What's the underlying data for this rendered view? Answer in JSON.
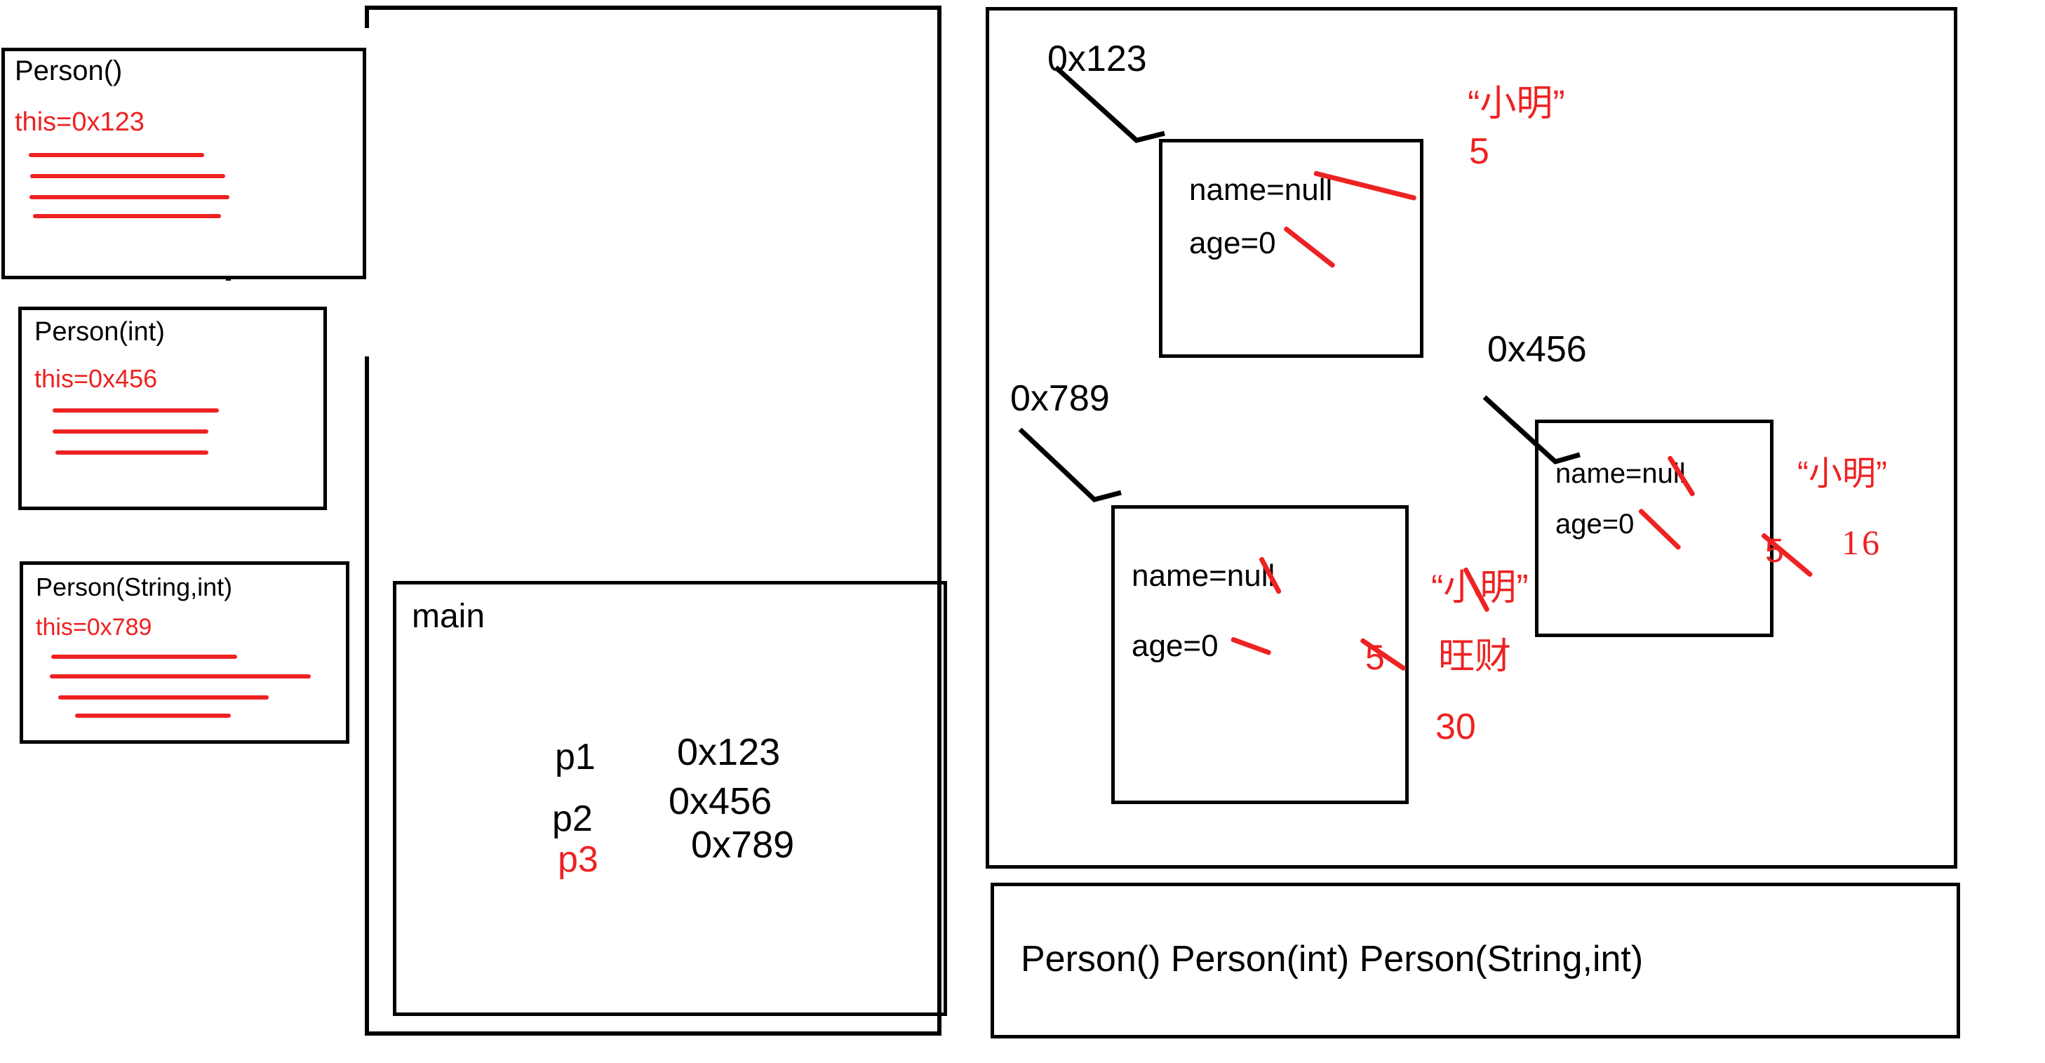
{
  "diagram": {
    "title": "Java constructor overloading memory diagram",
    "colors": {
      "ink": "#000000",
      "annotation_red": "#ee2222",
      "background": "#ffffff"
    }
  },
  "constructor_frames": [
    {
      "name": "Person()",
      "this_label": "this=",
      "this_value": "0x123",
      "line_count": 4
    },
    {
      "name": "Person(int)",
      "this_label": "this=",
      "this_value": "0x456",
      "line_count": 3
    },
    {
      "name": "Person(String,int)",
      "this_label": "this=",
      "this_value": "0x789",
      "line_count": 4
    }
  ],
  "stack": {
    "region_label": "",
    "main_frame": {
      "title": "main",
      "variables": [
        {
          "name": "p1",
          "value": "0x123",
          "name_color": "#000000"
        },
        {
          "name": "p2",
          "value": "0x456",
          "name_color": "#000000"
        },
        {
          "name": "p3",
          "value": "0x789",
          "name_color": "#ee2222"
        }
      ]
    }
  },
  "heap": {
    "objects": [
      {
        "address": "0x123",
        "fields": [
          {
            "label": "name=",
            "value": "null",
            "struck": true
          },
          {
            "label": "age=",
            "value": "0",
            "struck": true
          }
        ],
        "annotations": [
          {
            "text": "“小明”",
            "struck": false
          },
          {
            "text": "5",
            "struck": false
          }
        ]
      },
      {
        "address": "0x456",
        "fields": [
          {
            "label": "name=",
            "value": "null",
            "struck": true
          },
          {
            "label": "age=",
            "value": "0",
            "struck": true
          }
        ],
        "annotations": [
          {
            "text": "“小明”",
            "struck": false
          },
          {
            "text": "5",
            "struck": true
          },
          {
            "text": "16",
            "struck": false,
            "handwritten": true
          }
        ]
      },
      {
        "address": "0x789",
        "fields": [
          {
            "label": "name=",
            "value": "null",
            "struck": true
          },
          {
            "label": "age=",
            "value": "0",
            "struck": true
          }
        ],
        "annotations": [
          {
            "text": "“小明”",
            "struck": true
          },
          {
            "text": "旺财",
            "struck": false
          },
          {
            "text": "5",
            "struck": true
          },
          {
            "text": "30",
            "struck": false
          }
        ]
      }
    ]
  },
  "method_area": {
    "label": "Person() Person(int) Person(String,int)"
  }
}
